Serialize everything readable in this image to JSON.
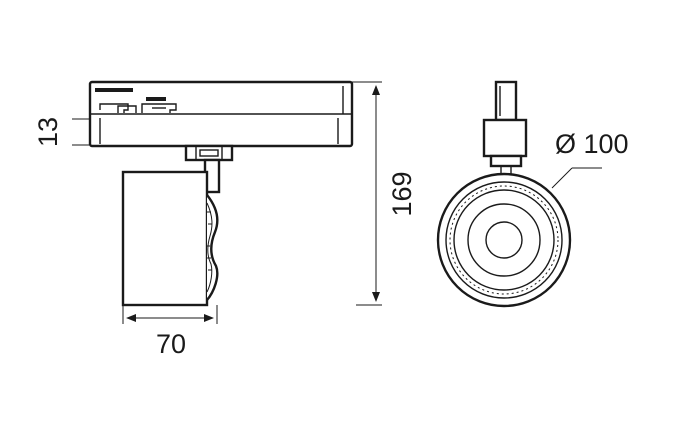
{
  "dimensions": {
    "height_adapter": "13",
    "total_height": "169",
    "width": "70",
    "diameter": "Ø 100"
  }
}
